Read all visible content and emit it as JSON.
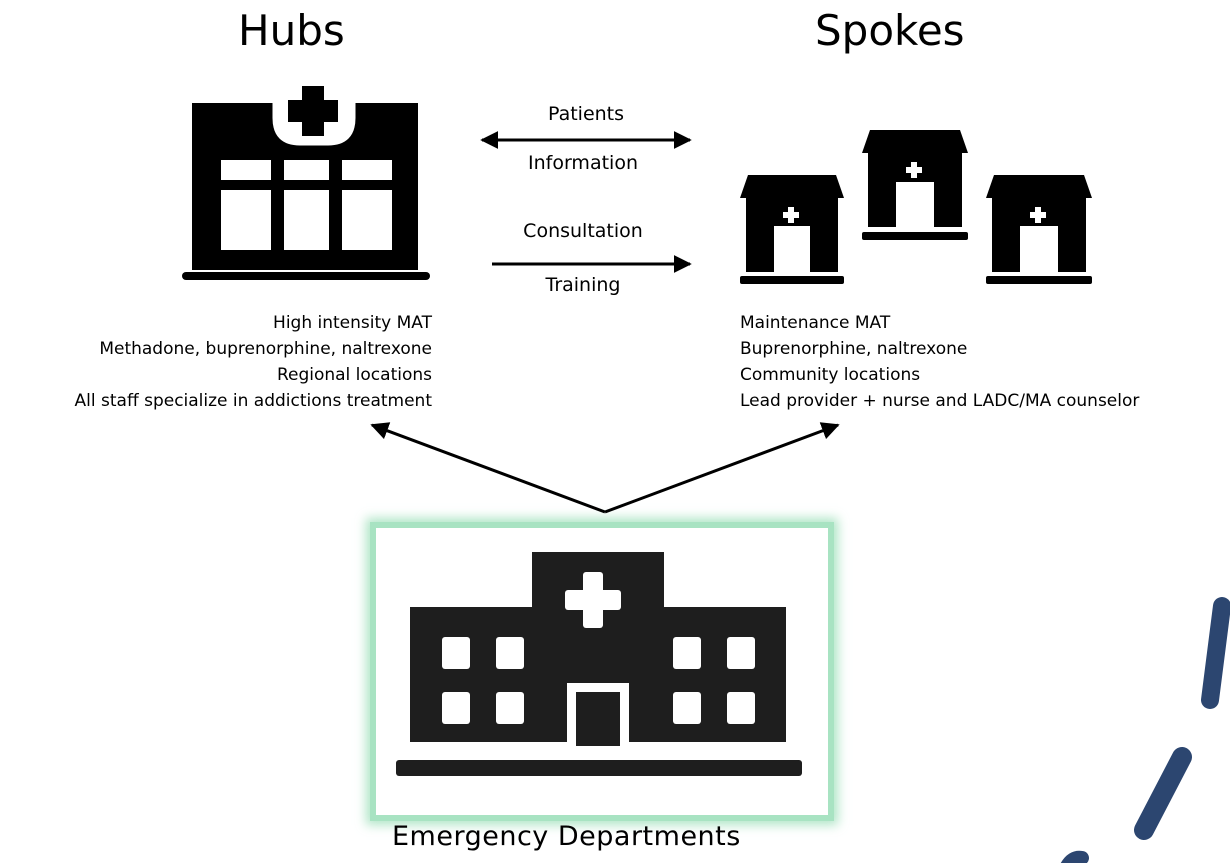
{
  "hubs": {
    "title": "Hubs",
    "details": [
      "High intensity MAT",
      "Methadone, buprenorphine, naltrexone",
      "Regional locations",
      "All staff specialize in addictions treatment"
    ]
  },
  "spokes": {
    "title": "Spokes",
    "details": [
      "Maintenance MAT",
      "Buprenorphine, naltrexone",
      "Community locations",
      "Lead provider + nurse and LADC/MA counselor"
    ]
  },
  "flows": {
    "bidirectional": [
      "Patients",
      "Information"
    ],
    "hub_to_spoke": [
      "Consultation",
      "Training"
    ]
  },
  "emergency": {
    "label": "Emergency Departments"
  },
  "icons": [
    "hospital-icon",
    "clinic-icon",
    "emergency-hospital-icon",
    "double-arrow-icon",
    "right-arrow-icon"
  ],
  "colors": {
    "ink": "#000000",
    "highlight_border": "#a8e3c2",
    "decor_stroke": "#2c4670"
  }
}
